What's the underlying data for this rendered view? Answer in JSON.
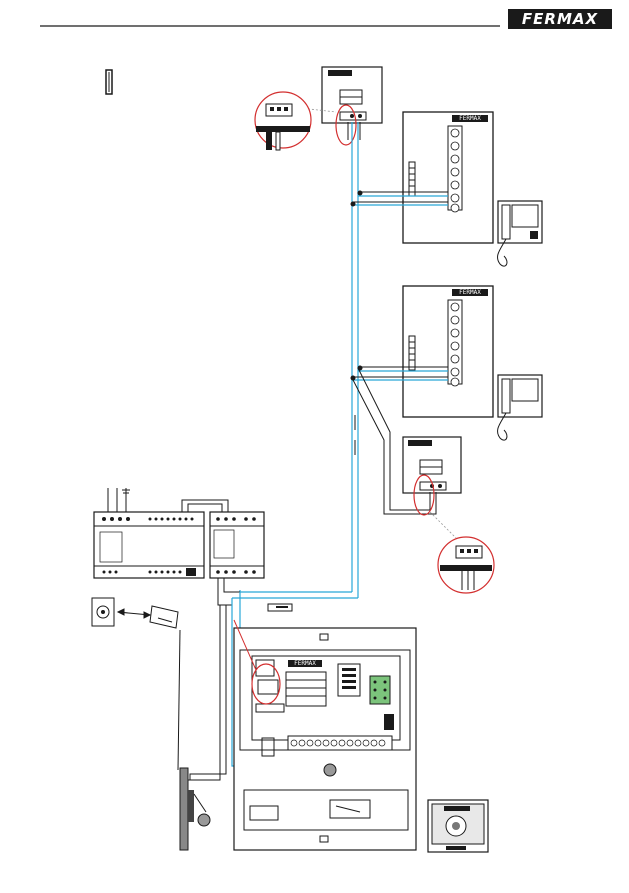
{
  "header": {
    "brand_logo": "FERMAX"
  },
  "panels": {
    "panel_brand_label": "FERMAX",
    "door_panel_brand_label": "FERMAX",
    "monitor_board_brand_label": "FERMAX"
  },
  "colors": {
    "wire_blue": "#29a8d8",
    "line": "#1a1a1a",
    "callout_red": "#d32f2f"
  }
}
